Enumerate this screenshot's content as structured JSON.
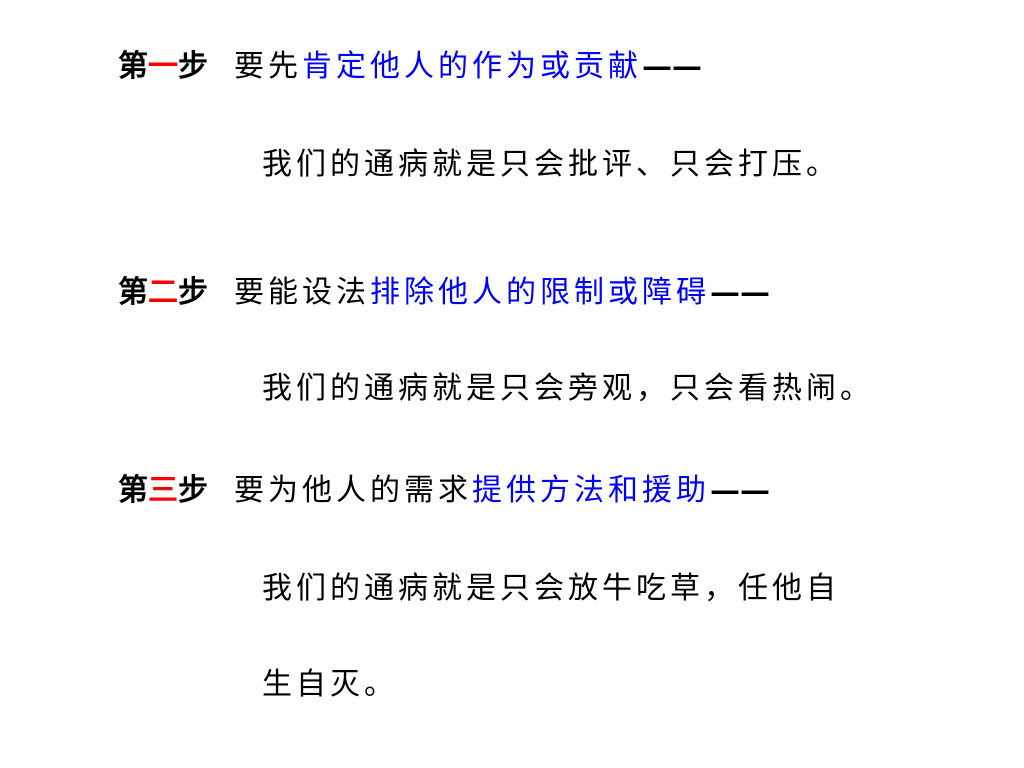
{
  "steps": [
    {
      "prefix": "第",
      "number": "一",
      "suffix": "步",
      "lead": "要先",
      "highlight": "肯定他人的作为或贡献",
      "dash": "——",
      "note_lines": [
        "我们的通病就是只会批评、只会打压。"
      ]
    },
    {
      "prefix": "第",
      "number": "二",
      "suffix": "步",
      "lead": "要能设法",
      "highlight": "排除他人的限制或障碍",
      "dash": "——",
      "note_lines": [
        "我们的通病就是只会旁观，只会看热闹。"
      ]
    },
    {
      "prefix": "第",
      "number": "三",
      "suffix": "步",
      "lead": "要为他人的需求",
      "highlight": "提供方法和援助",
      "dash": "——",
      "note_lines": [
        "我们的通病就是只会放牛吃草，任他自",
        "生自灭。"
      ]
    }
  ],
  "colors": {
    "highlight": "#0000ff",
    "number": "#ff0000",
    "text": "#000000"
  }
}
